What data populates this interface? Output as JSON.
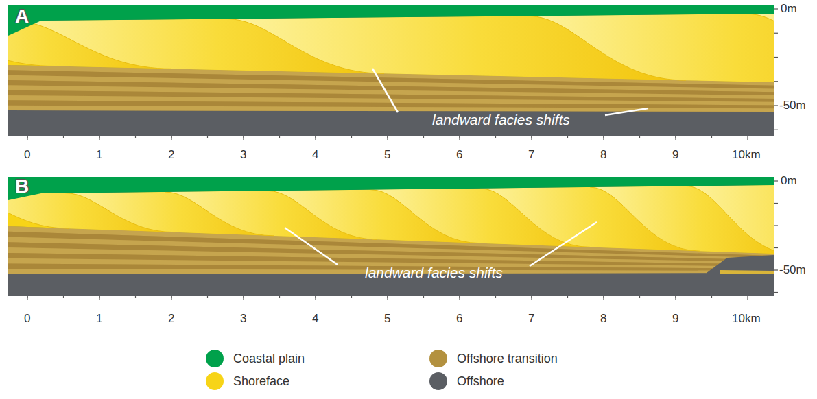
{
  "diagram": {
    "labels": [
      "A",
      "landward facies shifts",
      "0m",
      "-50m",
      "0",
      "1",
      "2",
      "3",
      "4",
      "5",
      "6",
      "7",
      "8",
      "9",
      "10km",
      "B",
      "landward facies shifts",
      "0m",
      "-50m",
      "0",
      "1",
      "2",
      "3",
      "4",
      "5",
      "6",
      "7",
      "8",
      "9",
      "10km"
    ],
    "legend": [
      {
        "text": "Coastal plain",
        "color": "#00a14b"
      },
      {
        "text": "Shoreface",
        "color": "#f7d417"
      },
      {
        "text": "Offshore transition",
        "color": "#b3913f"
      },
      {
        "text": "Offshore",
        "color": "#5b5e63"
      }
    ]
  }
}
